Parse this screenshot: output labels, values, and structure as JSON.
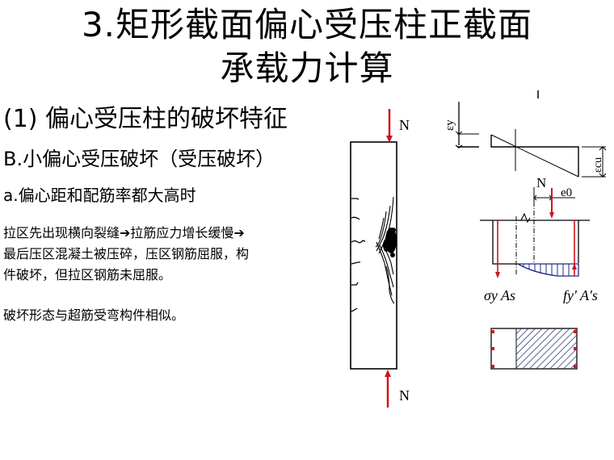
{
  "slide": {
    "title_line1": "3.矩形截面偏心受压柱正截面",
    "title_line2": "承载力计算",
    "heading1": "(1) 偏心受压柱的破坏特征",
    "heading2": "B.小偏心受压破坏（受压破坏）",
    "heading3": "a.偏心距和配筋率都大高时",
    "paragraph_lines": [
      "拉区先出现横向裂缝➔拉筋应力增长缓慢➔",
      "最后压区混凝土被压碎，压区钢筋屈服，构",
      "件破坏，但拉区钢筋未屈服。"
    ],
    "paragraph2": "破坏形态与超筋受弯构件相似。"
  },
  "diagram": {
    "column_load_top_label": "N",
    "column_load_bottom_label": "N",
    "strain_label_left": "εy",
    "strain_label_right": "εcu",
    "section_load_label": "N",
    "eccentricity_label": "e0",
    "tension_force_label": "σy As",
    "compression_force_label": "fy' A's",
    "colors": {
      "load_arrow": "#d0141c",
      "stress_block": "#1c2a8c",
      "hatch": "#1c2a6c",
      "rebar": "#d0141c",
      "line": "#000000"
    }
  }
}
